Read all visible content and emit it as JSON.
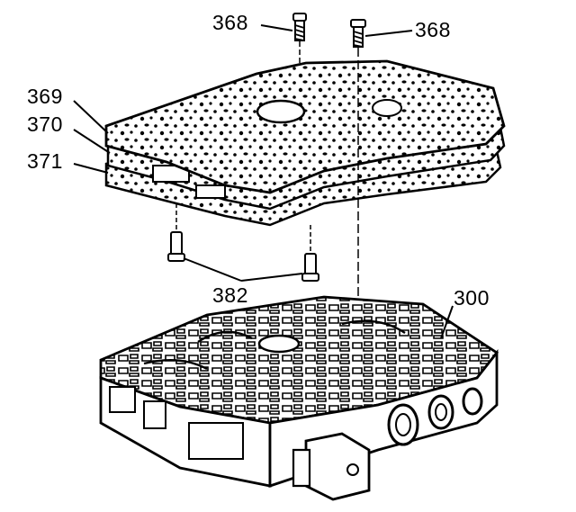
{
  "callouts": {
    "bolt_left": "368",
    "bolt_right": "368",
    "spacer_plate_gasket_upper": "369",
    "spacer_plate": "370",
    "spacer_plate_gasket_lower": "371",
    "screens": "382",
    "valve_body": "300"
  },
  "colors": {
    "ink": "#000000",
    "paper": "#ffffff"
  }
}
